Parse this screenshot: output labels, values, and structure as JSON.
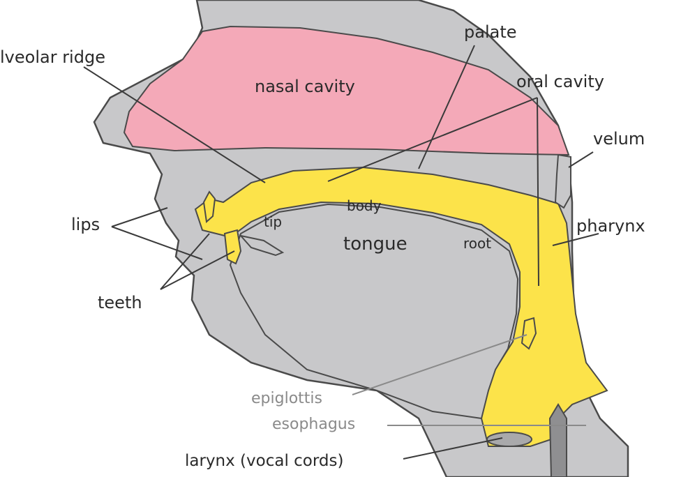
{
  "labels": {
    "alveolar_ridge": "lveolar ridge",
    "palate": "palate",
    "nasal_cavity": "nasal cavity",
    "oral_cavity": "oral cavity",
    "velum": "velum",
    "lips": "lips",
    "body": "body",
    "tip": "tip",
    "tongue": "tongue",
    "root": "root",
    "pharynx": "pharynx",
    "teeth": "teeth",
    "epiglottis": "epiglottis",
    "esophagus": "esophagus",
    "larynx": "larynx (vocal cords)"
  },
  "colors": {
    "tissue": "#c8c8ca",
    "outline": "#4a4a4a",
    "nasal": "#f4a9b8",
    "airway": "#fce34a",
    "label": "#2a2a2a",
    "label_grey": "#8a8a8a"
  }
}
